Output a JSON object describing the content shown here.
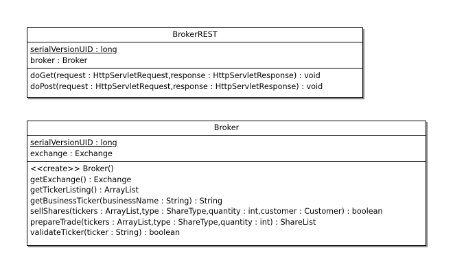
{
  "classes": [
    {
      "name": "BrokerREST",
      "attributes": [
        {
          "text": "serialVersionUID : long",
          "static": true
        },
        {
          "text": "broker : Broker",
          "static": false
        }
      ],
      "operations": [
        "doGet(request : HttpServletRequest,response : HttpServletResponse) : void",
        "doPost(request : HttpServletRequest,response : HttpServletResponse) : void"
      ]
    },
    {
      "name": "Broker",
      "attributes": [
        {
          "text": "serialVersionUID : long",
          "static": true
        },
        {
          "text": "exchange : Exchange",
          "static": false
        }
      ],
      "operations": [
        "<<create>> Broker()",
        "getExchange() : Exchange",
        "getTickerListing() : ArrayList",
        "getBusinessTicker(businessName : String) : String",
        "sellShares(tickers : ArrayList,type : ShareType,quantity : int,customer : Customer) : boolean",
        "prepareTrade(tickers : ArrayList,type : ShareType,quantity : int) : ShareList",
        "validateTicker(ticker : String) : boolean"
      ]
    }
  ]
}
